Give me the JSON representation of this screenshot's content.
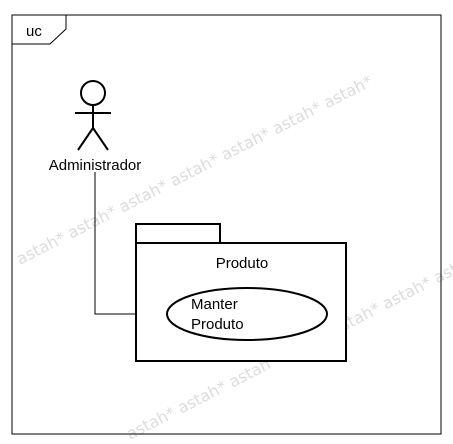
{
  "frame": {
    "tag": "uc"
  },
  "actor": {
    "name": "Administrador"
  },
  "package": {
    "name": "Produto"
  },
  "use_case": {
    "line1": "Manter",
    "line2": "Produto"
  },
  "watermark": {
    "text": "astah* astah* astah* astah* astah* astah* astah*"
  },
  "colors": {
    "stroke": "#000000",
    "background": "#ffffff",
    "watermark": "#dcdcdc"
  }
}
